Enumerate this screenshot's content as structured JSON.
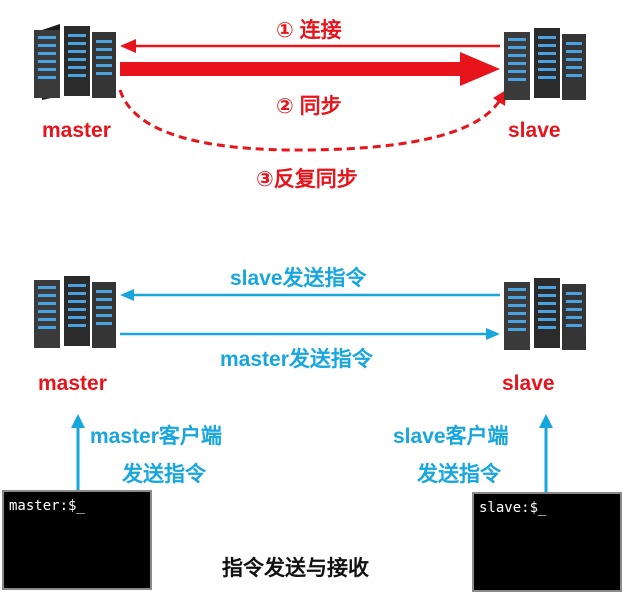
{
  "top_section": {
    "master_label": "master",
    "slave_label": "slave",
    "step1": "① 连接",
    "step2": "② 同步",
    "step3": "③反复同步"
  },
  "bottom_section": {
    "master_label": "master",
    "slave_label": "slave",
    "slave_sends": "slave发送指令",
    "master_sends": "master发送指令",
    "master_client": "master客户端",
    "master_client_sends": "发送指令",
    "slave_client": "slave客户端",
    "slave_client_sends": "发送指令",
    "master_prompt": "master:$_",
    "slave_prompt": "slave:$_",
    "caption": "指令发送与接收"
  },
  "colors": {
    "red": "#e8141c",
    "blue": "#17a6de",
    "server_body": "#2d2d2d"
  },
  "icons": [
    "server-icon"
  ]
}
